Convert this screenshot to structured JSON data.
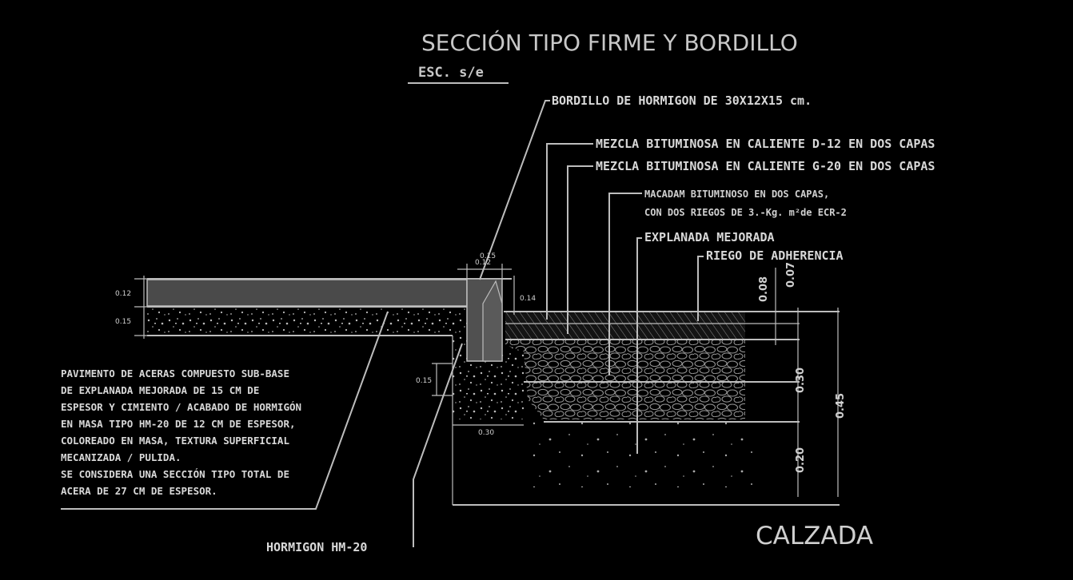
{
  "title": "SECCIÓN TIPO FIRME Y  BORDILLO",
  "scale_label": "ESC. s/e",
  "callouts": {
    "bordillo": "BORDILLO DE HORMIGON DE 30X12X15 cm.",
    "mezcla_d12": "MEZCLA BITUMINOSA EN CALIENTE D-12 EN DOS CAPAS",
    "mezcla_g20": "MEZCLA BITUMINOSA EN CALIENTE G-20 EN DOS CAPAS",
    "macadam_1": "MACADAM BITUMINOSO EN DOS CAPAS,",
    "macadam_2": "CON DOS RIEGOS DE 3.-Kg. m²de ECR-2",
    "explanada": "EXPLANADA MEJORADA",
    "riego": "RIEGO DE ADHERENCIA",
    "hormigon": "HORMIGON HM-20"
  },
  "note_lines": [
    "PAVIMENTO DE ACERAS COMPUESTO SUB-BASE",
    "DE EXPLANADA MEJORADA DE 15 CM DE",
    "ESPESOR Y CIMIENTO / ACABADO DE HORMIGÓN",
    "EN MASA TIPO HM-20 DE 12 CM DE ESPESOR,",
    "COLOREADO EN MASA, TEXTURA SUPERFICIAL",
    "MECANIZADA / PULIDA.",
    "SE CONSIDERA UNA SECCIÓN TIPO TOTAL DE",
    "ACERA DE 27 CM DE ESPESOR."
  ],
  "dimensions": {
    "sidewalk_top": "0.12",
    "sidewalk_base": "0.15",
    "curb_width_a": "0.15",
    "curb_width_b": "0.12",
    "curb_reveal": "0.14",
    "foundation_depth": "0.15",
    "foundation_width": "0.30",
    "layer_008": "0.08",
    "layer_007": "0.07",
    "layer_030": "0.30",
    "layer_020": "0.20",
    "total_045": "0.45"
  },
  "calzada": "CALZADA",
  "colors": {
    "background": "#000000",
    "line": "#bdbdbd",
    "text": "#d8d8d8",
    "concrete_slab": "#4a4a4a",
    "curb": "#505050"
  }
}
